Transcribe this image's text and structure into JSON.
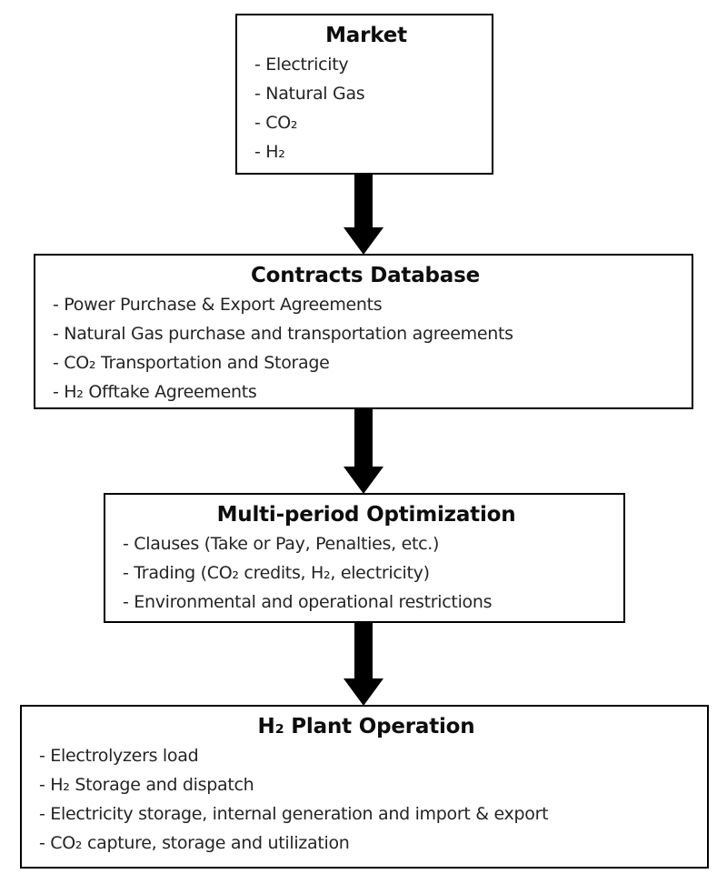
{
  "diagram": {
    "type": "flowchart",
    "direction": "top-down",
    "colors": {
      "border": "#000000",
      "title_text": "#0d0d0d",
      "item_text": "#242424",
      "background": "#ffffff",
      "arrow": "#000000"
    },
    "boxes": [
      {
        "id": "market",
        "title": "Market",
        "items": [
          "- Electricity",
          "- Natural Gas",
          "- CO₂",
          "- H₂"
        ]
      },
      {
        "id": "contracts-database",
        "title": "Contracts Database",
        "items": [
          "- Power Purchase & Export Agreements",
          "- Natural Gas purchase and transportation agreements",
          "- CO₂ Transportation and Storage",
          "- H₂ Offtake Agreements"
        ]
      },
      {
        "id": "multi-period-optimization",
        "title": "Multi-period Optimization",
        "items": [
          "- Clauses (Take or Pay, Penalties, etc.)",
          "- Trading (CO₂ credits, H₂, electricity)",
          "- Environmental and operational restrictions"
        ]
      },
      {
        "id": "h2-plant-operation",
        "title": "H₂ Plant Operation",
        "items": [
          "- Electrolyzers load",
          "- H₂ Storage and dispatch",
          "- Electricity storage, internal generation and import & export",
          "- CO₂ capture, storage and utilization"
        ]
      }
    ],
    "connections": [
      {
        "from": "market",
        "to": "contracts-database"
      },
      {
        "from": "contracts-database",
        "to": "multi-period-optimization"
      },
      {
        "from": "multi-period-optimization",
        "to": "h2-plant-operation"
      }
    ]
  }
}
